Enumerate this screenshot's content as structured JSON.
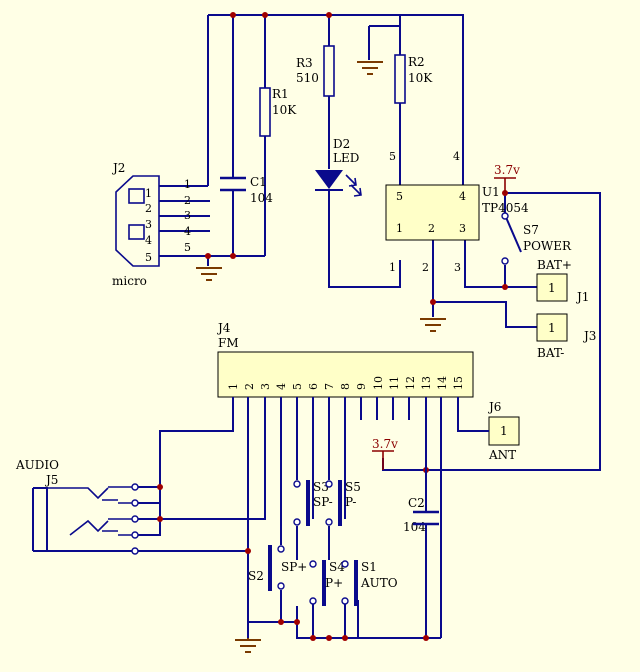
{
  "labels": {
    "j2": "J2",
    "j2_sub": "micro",
    "j2_pins": [
      "1",
      "2",
      "3",
      "4",
      "5"
    ],
    "r1": "R1",
    "r1_val": "10K",
    "r2": "R2",
    "r2_val": "10K",
    "r3": "R3",
    "r3_val": "510",
    "c1": "C1",
    "c1_val": "104",
    "c2": "C2",
    "c2_val": "104",
    "d2": "D2",
    "d2_val": "LED",
    "u1": "U1",
    "u1_val": "TP4054",
    "u1_pins": [
      "1",
      "2",
      "3",
      "4",
      "5"
    ],
    "s7": "S7",
    "s7_val": "POWER",
    "vcc": "3.7v",
    "bat_plus": "BAT+",
    "bat_minus": "BAT-",
    "j1": "J1",
    "j3": "J3",
    "j4": "J4",
    "j4_val": "FM",
    "j4_pins": [
      "1",
      "2",
      "3",
      "4",
      "5",
      "6",
      "7",
      "8",
      "9",
      "10",
      "11",
      "12",
      "13",
      "14",
      "15"
    ],
    "j6": "J6",
    "j6_val": "ANT",
    "j5": "J5",
    "audio": "AUDIO",
    "s1": "S1",
    "s1_val": "AUTO",
    "s2": "S2",
    "s2_val": "SP+",
    "s3": "S3",
    "s3_val": "SP-",
    "s4": "S4",
    "s4_val": "P+",
    "s5": "S5",
    "s5_val": "P-",
    "conn_pin": "1"
  },
  "colors": {
    "wire": "#0a0a8c",
    "junction": "#a00000",
    "background": "#ffffe6",
    "power": "#8b0000"
  }
}
